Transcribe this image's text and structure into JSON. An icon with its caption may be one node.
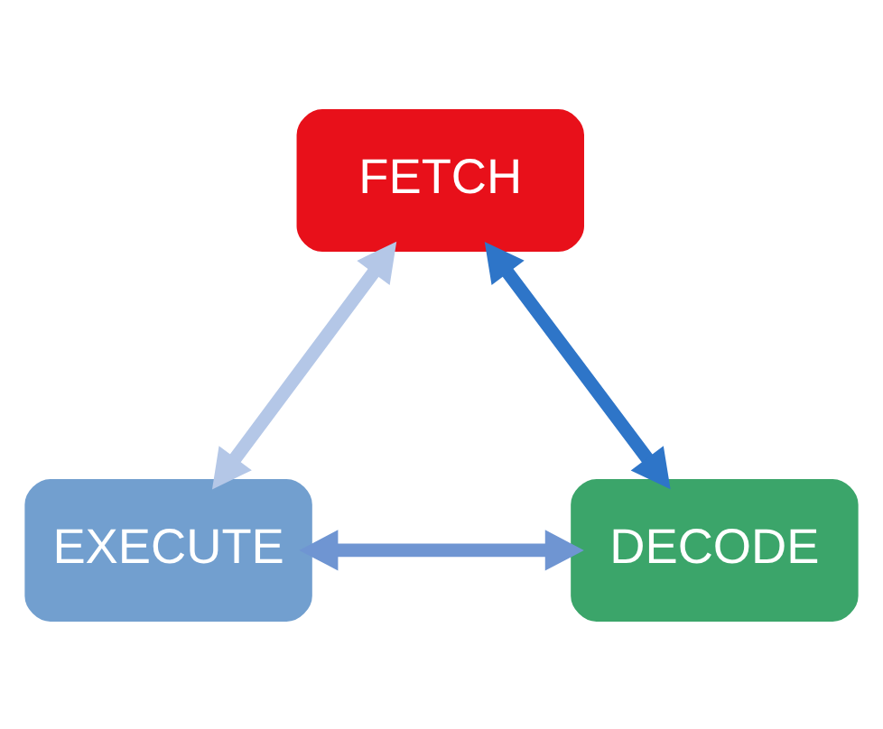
{
  "diagram": {
    "nodes": [
      {
        "text": [
          "FETCH"
        ]
      },
      {
        "text": [
          "EXECUTE"
        ]
      },
      {
        "text": [
          "DECODE"
        ]
      }
    ],
    "edges": [
      {
        "from": 1,
        "to": 0,
        "arrow": "both",
        "color": "#b4c7e7"
      },
      {
        "from": 0,
        "to": 2,
        "arrow": "both",
        "color": "#2e75c8"
      },
      {
        "from": 1,
        "to": 2,
        "arrow": "both",
        "color": "#6f95d2"
      }
    ]
  }
}
